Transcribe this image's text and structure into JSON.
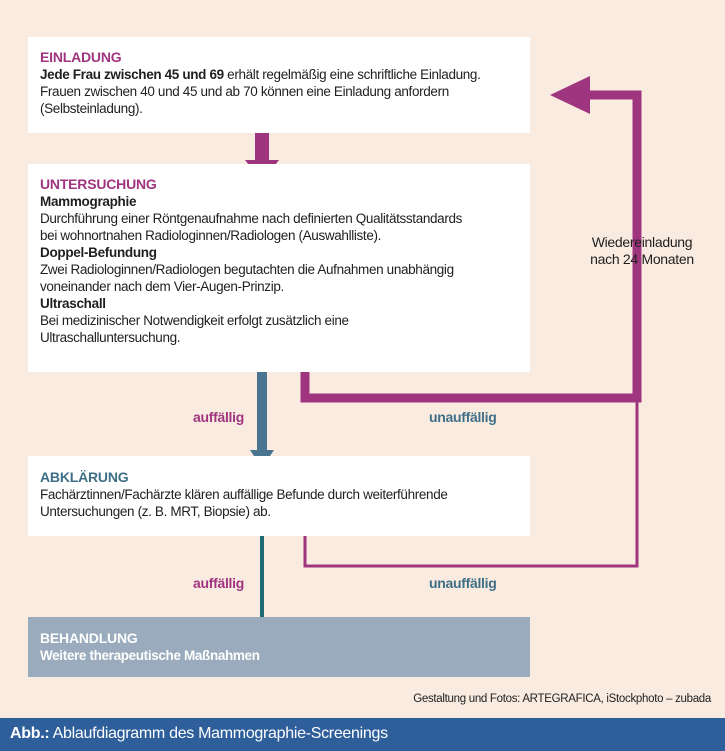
{
  "einladung": {
    "title": "EINLADUNG",
    "line1_bold": "Jede Frau zwischen 45 und 69",
    "line1_rest": " erhält regelmäßig eine schriftliche Einladung.",
    "line2": "Frauen zwischen 40 und 45 und ab 70 können eine Einladung anfordern",
    "line3": "(Selbsteinladung)."
  },
  "untersuchung": {
    "title": "UNTERSUCHUNG",
    "sections": [
      {
        "heading": "Mammographie",
        "lines": [
          "Durchführung einer Röntgenaufnahme nach definierten Qualitätsstandards",
          "bei wohnortnahen Radiologinnen/Radiologen (Auswahlliste)."
        ]
      },
      {
        "heading": "Doppel-Befundung",
        "lines": [
          "Zwei Radiologinnen/Radiologen begutachten die Aufnahmen unabhängig",
          "voneinander nach dem Vier-Augen-Prinzip."
        ]
      },
      {
        "heading": "Ultraschall",
        "lines": [
          "Bei medizinischer Notwendigkeit erfolgt zusätzlich eine",
          "Ultraschalluntersuchung."
        ]
      }
    ]
  },
  "abklaerung": {
    "title": "ABKLÄRUNG",
    "line1": "Fachärztinnen/Fachärzte klären auffällige Befunde durch weiterführende",
    "line2": "Untersuchungen (z. B. MRT, Biopsie) ab."
  },
  "behandlung": {
    "title": "BEHANDLUNG",
    "line1": "Weitere therapeutische Maßnahmen"
  },
  "labels": {
    "auffaellig_1": "auffällig",
    "unauffaellig_1": "unauffällig",
    "auffaellig_2": "auffällig",
    "unauffaellig_2": "unauffällig",
    "wiedereinladung_1": "Wiedereinladung",
    "wiedereinladung_2": "nach 24 Monaten"
  },
  "credit": "Gestaltung und Fotos: ARTEGRAFICA, iStockphoto – zubada",
  "caption": {
    "prefix": "Abb.:",
    "text": " Ablaufdiagramm des Mammographie-Screenings"
  },
  "colors": {
    "background": "#f9ebe0",
    "purple": "#a0357f",
    "teal_label": "#3f6f86",
    "arrow_blue": "#4a7590",
    "arrow_teal": "#1f6b74",
    "behandlung_box": "#9aabbd",
    "caption_bar": "#2f5f9a"
  }
}
